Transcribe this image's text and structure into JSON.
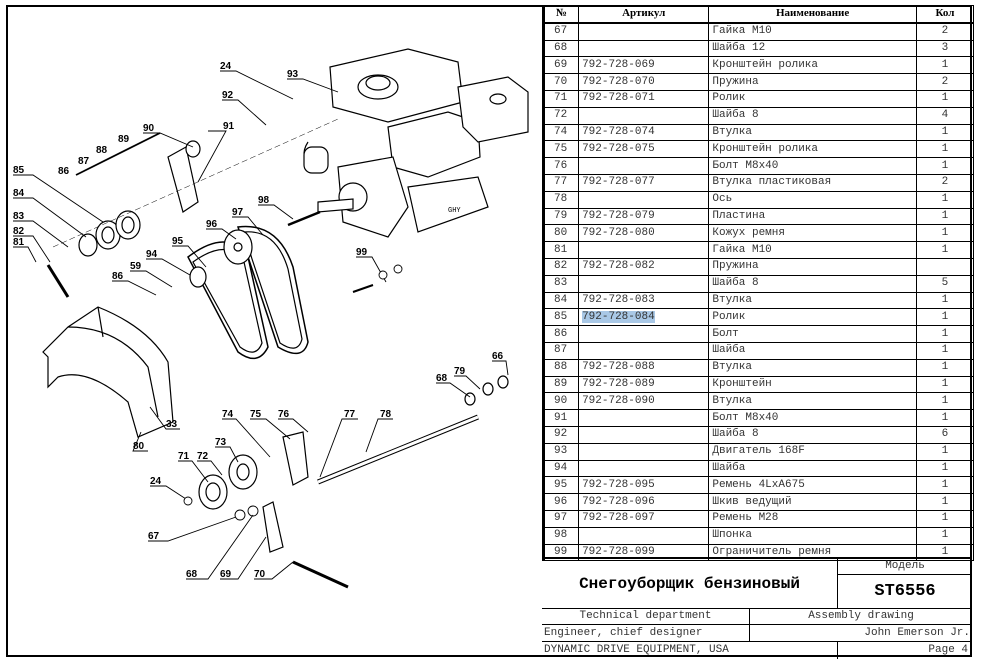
{
  "parts_table": {
    "headers": {
      "num": "№",
      "article": "Артикул",
      "name": "Наименование",
      "qty": "Кол"
    },
    "rows": [
      {
        "num": "67",
        "article": "",
        "name": "Гайка M10",
        "qty": "2"
      },
      {
        "num": "68",
        "article": "",
        "name": "Шайба 12",
        "qty": "3"
      },
      {
        "num": "69",
        "article": "792-728-069",
        "name": "Кронштейн ролика",
        "qty": "1"
      },
      {
        "num": "70",
        "article": "792-728-070",
        "name": "Пружина",
        "qty": "2"
      },
      {
        "num": "71",
        "article": "792-728-071",
        "name": "Ролик",
        "qty": "1"
      },
      {
        "num": "72",
        "article": "",
        "name": "Шайба 8",
        "qty": "4"
      },
      {
        "num": "74",
        "article": "792-728-074",
        "name": "Втулка",
        "qty": "1"
      },
      {
        "num": "75",
        "article": "792-728-075",
        "name": "Кронштейн ролика",
        "qty": "1"
      },
      {
        "num": "76",
        "article": "",
        "name": "Болт M8x40",
        "qty": "1"
      },
      {
        "num": "77",
        "article": "792-728-077",
        "name": "Втулка пластиковая",
        "qty": "2"
      },
      {
        "num": "78",
        "article": "",
        "name": "Ось",
        "qty": "1"
      },
      {
        "num": "79",
        "article": "792-728-079",
        "name": "Пластина",
        "qty": "1"
      },
      {
        "num": "80",
        "article": "792-728-080",
        "name": "Кожух ремня",
        "qty": "1"
      },
      {
        "num": "81",
        "article": "",
        "name": "Гайка M10",
        "qty": "1"
      },
      {
        "num": "82",
        "article": "792-728-082",
        "name": "Пружина",
        "qty": ""
      },
      {
        "num": "83",
        "article": "",
        "name": "Шайба 8",
        "qty": "5"
      },
      {
        "num": "84",
        "article": "792-728-083",
        "name": "Втулка",
        "qty": "1"
      },
      {
        "num": "85",
        "article": "792-728-084",
        "name": "Ролик",
        "qty": "1",
        "highlight": true
      },
      {
        "num": "86",
        "article": "",
        "name": "Болт",
        "qty": "1"
      },
      {
        "num": "87",
        "article": "",
        "name": "Шайба",
        "qty": "1"
      },
      {
        "num": "88",
        "article": "792-728-088",
        "name": "Втулка",
        "qty": "1"
      },
      {
        "num": "89",
        "article": "792-728-089",
        "name": "Кронштейн",
        "qty": "1"
      },
      {
        "num": "90",
        "article": "792-728-090",
        "name": "Втулка",
        "qty": "1"
      },
      {
        "num": "91",
        "article": "",
        "name": "Болт M8x40",
        "qty": "1"
      },
      {
        "num": "92",
        "article": "",
        "name": "Шайба 8",
        "qty": "6"
      },
      {
        "num": "93",
        "article": "",
        "name": "Двигатель 168F",
        "qty": "1"
      },
      {
        "num": "94",
        "article": "",
        "name": "Шайба",
        "qty": "1"
      },
      {
        "num": "95",
        "article": "792-728-095",
        "name": "Ремень 4LxA675",
        "qty": "1"
      },
      {
        "num": "96",
        "article": "792-728-096",
        "name": "Шкив ведущий",
        "qty": "1"
      },
      {
        "num": "97",
        "article": "792-728-097",
        "name": "Ремень M28",
        "qty": "1"
      },
      {
        "num": "98",
        "article": "",
        "name": "Шпонка",
        "qty": "1"
      },
      {
        "num": "99",
        "article": "792-728-099",
        "name": "Ограничитель ремня",
        "qty": "1"
      }
    ]
  },
  "title_block": {
    "product_title": "Снегоуборщик бензиновый",
    "model_label": "Модель",
    "model_value": "ST6556",
    "department": "Technical department",
    "drawing_type": "Assembly drawing",
    "role": "Engineer, chief designer",
    "person": "John Emerson Jr.",
    "company": "DYNAMIC DRIVE EQUIPMENT, USA",
    "page": "Page 4"
  },
  "diagram": {
    "callouts": [
      "24",
      "92",
      "93",
      "90",
      "91",
      "89",
      "88",
      "87",
      "86",
      "85",
      "84",
      "83",
      "82",
      "81",
      "98",
      "97",
      "96",
      "95",
      "94",
      "59",
      "86",
      "99",
      "66",
      "68",
      "79",
      "33",
      "80",
      "74",
      "75",
      "76",
      "77",
      "78",
      "73",
      "71",
      "72",
      "24",
      "67",
      "68",
      "69",
      "70"
    ]
  }
}
